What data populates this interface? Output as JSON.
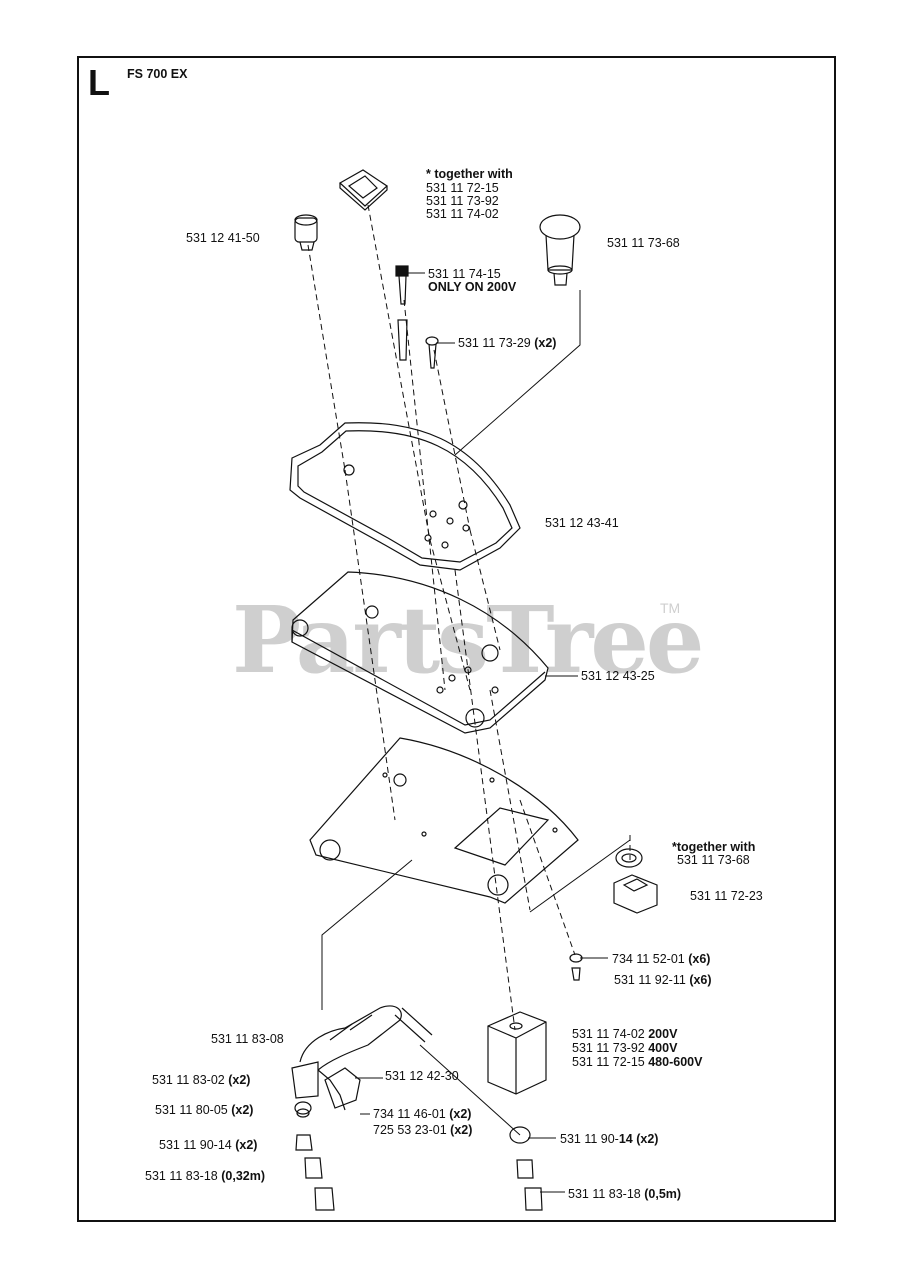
{
  "header": {
    "section": "L",
    "model": "FS 700 EX"
  },
  "watermark": {
    "brand": "PartsTree",
    "trademark": "TM"
  },
  "notes": {
    "top": {
      "title": "* together with",
      "parts": [
        "531 11 72-15",
        "531 11 73-92",
        "531 11 74-02"
      ]
    },
    "side": {
      "title": "*together with",
      "parts": [
        "531 11 73-68"
      ]
    }
  },
  "labels": {
    "p1": "531 12 41-50",
    "p2": "531 11 73-68",
    "p3": "531 11 74-15",
    "p3_note": "ONLY ON 200V",
    "p4": "531 11 73-29",
    "p4_qty": "(x2)",
    "p5": "531 12 43-41",
    "p6": "531 12 43-25",
    "p7": "531 11 72-23",
    "p8": "734 11 52-01",
    "p8_qty": "(x6)",
    "p9": "531 11 92-11",
    "p9_qty": "(x6)",
    "p10": "531 11 83-08",
    "p11a": "531 11 74-02",
    "p11a_v": "200V",
    "p11b": "531 11 73-92",
    "p11b_v": "400V",
    "p11c": "531 11 72-15",
    "p11c_v": "480-600V",
    "p12": "531 11 83-02",
    "p12_qty": "(x2)",
    "p13": "531 12 42-30",
    "p14": "531 11 80-05",
    "p14_qty": "(x2)",
    "p15": "734 11 46-01",
    "p15_qty": "(x2)",
    "p16": "725 53 23-01",
    "p16_qty": "(x2)",
    "p17": "531 11 90-14",
    "p17_qty": "(x2)",
    "p18": "531 11 90-",
    "p18_b": "14 (x2)",
    "p19": "531 11 83-18",
    "p19_qty": "(0,32m)",
    "p20": "531 11 83-18",
    "p20_qty": "(0,5m)"
  }
}
